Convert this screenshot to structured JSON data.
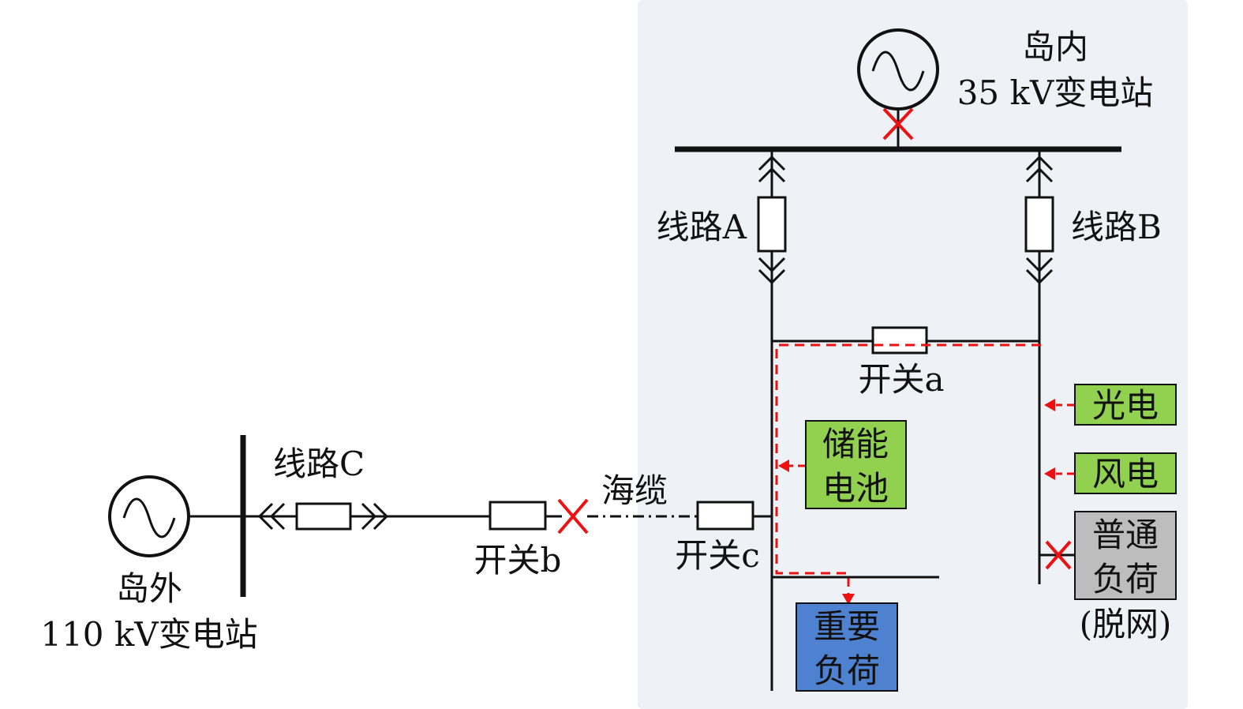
{
  "colors": {
    "island_bg": "#eef1f6",
    "fault_red": "#ee1111",
    "flow_red": "#ee1111",
    "green_box": "#92d050",
    "blue_box": "#4f81d1",
    "gray_box": "#bdbdbd"
  },
  "labels": {
    "island_station_line1": "岛内",
    "island_station_line2": "35 kV变电站",
    "offshore_station_line1": "岛外",
    "offshore_station_line2": "110 kV变电站",
    "line_a": "线路A",
    "line_b": "线路B",
    "line_c": "线路C",
    "switch_a": "开关a",
    "switch_b": "开关b",
    "switch_c": "开关c",
    "sea_cable": "海缆",
    "pv": "光电",
    "wind": "风电",
    "storage_line1": "储能",
    "storage_line2": "电池",
    "critical_load_line1": "重要",
    "critical_load_line2": "负荷",
    "normal_load_line1": "普通",
    "normal_load_line2": "负荷",
    "normal_load_note": "(脱网)"
  }
}
